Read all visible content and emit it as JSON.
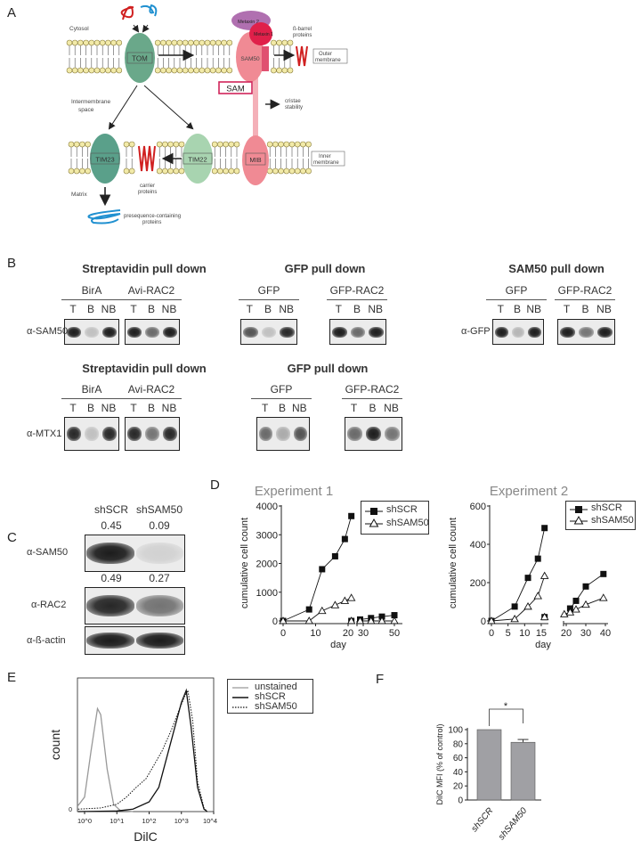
{
  "panels": {
    "a": "A",
    "b": "B",
    "c": "C",
    "d": "D",
    "e": "E",
    "f": "F"
  },
  "diagram": {
    "cytosol": "Cytosol",
    "ims_line1": "Intermembrane",
    "ims_line2": "space",
    "matrix": "Matrix",
    "tom": "TOM",
    "sam50": "SAM50",
    "metaxin2": "Metaxin 2",
    "metaxin1": "Metaxin 1",
    "sam": "SAM",
    "tim23": "TIM23",
    "tim22": "TIM22",
    "mib": "MIB",
    "beta_barrel_line1": "ß-barrel",
    "beta_barrel_line2": "proteins",
    "outer_line1": "Outer",
    "outer_line2": "membrane",
    "inner_line1": "Inner",
    "inner_line2": "membrane",
    "cristae_line1": "cristae",
    "cristae_line2": "stability",
    "carrier_line1": "carrier",
    "carrier_line2": "proteins",
    "preseq_line1": "presequence-containing",
    "preseq_line2": "proteins",
    "colors": {
      "tom": "#6aa88a",
      "tim22": "#a8d4b0",
      "sam": "#f08a94",
      "metaxin1": "#e0204a",
      "metaxin2": "#b070b0",
      "carrier": "#d02020",
      "presequence": "#2090d0",
      "lipid": "#f2eaa8",
      "sam_box": "#d0245a"
    }
  },
  "blots_b": {
    "row1": {
      "strep_header": "Streptavidin pull down",
      "gfp_header": "GFP pull down",
      "sam50_header": "SAM50 pull down",
      "groups": [
        "BirA",
        "Avi-RAC2",
        "GFP",
        "GFP-RAC2",
        "GFP",
        "GFP-RAC2"
      ],
      "lanes": [
        "T",
        "B",
        "NB"
      ],
      "antibody_left": "α-SAM50",
      "antibody_right": "α-GFP"
    },
    "row2": {
      "strep_header": "Streptavidin pull down",
      "gfp_header": "GFP pull down",
      "groups": [
        "BirA",
        "Avi-RAC2",
        "GFP",
        "GFP-RAC2"
      ],
      "lanes": [
        "T",
        "B",
        "NB"
      ],
      "antibody": "α-MTX1"
    }
  },
  "blots_c": {
    "columns": [
      "shSCR",
      "shSAM50"
    ],
    "sam50_values": [
      "0.45",
      "0.09"
    ],
    "rac2_values": [
      "0.49",
      "0.27"
    ],
    "antibodies": [
      "α-SAM50",
      "α-RAC2",
      "α-ß-actin"
    ]
  },
  "chart_data": [
    {
      "id": "d1",
      "type": "line",
      "title": "Experiment 1",
      "xlabel": "day",
      "ylabel": "cumulative cell count",
      "broken_x_axis": true,
      "x_ticks": [
        0,
        10,
        20,
        30,
        50
      ],
      "y_ticks": [
        0,
        1000,
        2000,
        3000,
        4000
      ],
      "ylim": [
        0,
        4000
      ],
      "legend": "top-right",
      "series": [
        {
          "name": "shSCR",
          "marker": "filled-square",
          "segments": [
            [
              [
                0,
                0
              ],
              [
                8,
                400
              ],
              [
                12,
                1800
              ],
              [
                16,
                2250
              ],
              [
                19,
                2850
              ],
              [
                21,
                3650
              ]
            ],
            [
              [
                21,
                0
              ]
            ],
            [
              [
                28,
                50
              ],
              [
                35,
                100
              ],
              [
                42,
                150
              ],
              [
                50,
                200
              ]
            ]
          ]
        },
        {
          "name": "shSAM50",
          "marker": "open-triangle",
          "segments": [
            [
              [
                0,
                0
              ],
              [
                8,
                0
              ],
              [
                12,
                350
              ],
              [
                16,
                550
              ],
              [
                19,
                700
              ],
              [
                21,
                800
              ]
            ],
            [
              [
                21,
                0
              ]
            ],
            [
              [
                28,
                0
              ],
              [
                35,
                0
              ],
              [
                42,
                0
              ],
              [
                50,
                0
              ]
            ]
          ]
        }
      ]
    },
    {
      "id": "d2",
      "type": "line",
      "title": "Experiment 2",
      "xlabel": "day",
      "ylabel": "cumulative cell count",
      "broken_x_axis": true,
      "x_ticks": [
        0,
        5,
        10,
        15,
        20,
        30,
        40
      ],
      "y_ticks": [
        0,
        200,
        400,
        600
      ],
      "ylim": [
        0,
        600
      ],
      "legend": "top-right",
      "series": [
        {
          "name": "shSCR",
          "marker": "filled-square",
          "segments": [
            [
              [
                0,
                0
              ],
              [
                7,
                75
              ],
              [
                11,
                225
              ],
              [
                14,
                325
              ],
              [
                16,
                485
              ]
            ],
            [
              [
                16,
                20
              ]
            ],
            [
              [
                22,
                65
              ],
              [
                25,
                105
              ],
              [
                30,
                180
              ],
              [
                39,
                245
              ]
            ]
          ]
        },
        {
          "name": "shSAM50",
          "marker": "open-triangle",
          "segments": [
            [
              [
                0,
                0
              ],
              [
                7,
                10
              ],
              [
                11,
                75
              ],
              [
                14,
                130
              ],
              [
                16,
                235
              ]
            ],
            [
              [
                16,
                20
              ]
            ],
            [
              [
                19,
                35
              ],
              [
                22,
                45
              ],
              [
                25,
                60
              ],
              [
                30,
                85
              ],
              [
                39,
                120
              ]
            ]
          ]
        }
      ]
    },
    {
      "id": "e",
      "type": "line",
      "xlabel": "DilC",
      "ylabel": "count",
      "x_scale": "log",
      "x_ticks": [
        "10^0",
        "10^1",
        "10^2",
        "10^3",
        "10^4"
      ],
      "y_ticks": [
        "0"
      ],
      "legend": "right",
      "series": [
        {
          "name": "unstained",
          "color": "#999999",
          "style": "solid",
          "points": [
            [
              -0.2,
              0.05
            ],
            [
              0,
              0.12
            ],
            [
              0.2,
              0.5
            ],
            [
              0.4,
              0.85
            ],
            [
              0.5,
              0.8
            ],
            [
              0.7,
              0.35
            ],
            [
              0.9,
              0.06
            ],
            [
              1.1,
              0.01
            ],
            [
              1.5,
              0
            ]
          ]
        },
        {
          "name": "shSCR",
          "color": "#111111",
          "style": "solid",
          "points": [
            [
              -0.2,
              0
            ],
            [
              1,
              0.005
            ],
            [
              1.5,
              0.02
            ],
            [
              2,
              0.08
            ],
            [
              2.3,
              0.2
            ],
            [
              2.5,
              0.4
            ],
            [
              2.8,
              0.7
            ],
            [
              3.0,
              0.9
            ],
            [
              3.15,
              1.0
            ],
            [
              3.3,
              0.7
            ],
            [
              3.5,
              0.2
            ],
            [
              3.7,
              0.02
            ],
            [
              3.8,
              0
            ]
          ]
        },
        {
          "name": "shSAM50",
          "color": "#111111",
          "style": "dotted",
          "points": [
            [
              -0.2,
              0.02
            ],
            [
              0.5,
              0.03
            ],
            [
              1,
              0.06
            ],
            [
              1.3,
              0.12
            ],
            [
              1.6,
              0.2
            ],
            [
              1.9,
              0.27
            ],
            [
              2.1,
              0.36
            ],
            [
              2.4,
              0.5
            ],
            [
              2.7,
              0.68
            ],
            [
              2.9,
              0.82
            ],
            [
              3.1,
              0.95
            ],
            [
              3.2,
              1.0
            ],
            [
              3.35,
              0.75
            ],
            [
              3.5,
              0.25
            ],
            [
              3.7,
              0.03
            ],
            [
              3.8,
              0
            ]
          ]
        }
      ]
    },
    {
      "id": "f",
      "type": "bar",
      "ylabel": "DilC MFI (% of control)",
      "categories": [
        "shSCR",
        "shSAM50"
      ],
      "values": [
        100,
        82
      ],
      "errors": [
        0,
        4
      ],
      "ylim": [
        0,
        100
      ],
      "y_ticks": [
        0,
        20,
        40,
        60,
        80,
        100
      ],
      "significance": "*",
      "bar_color": "#a0a0a4"
    }
  ]
}
